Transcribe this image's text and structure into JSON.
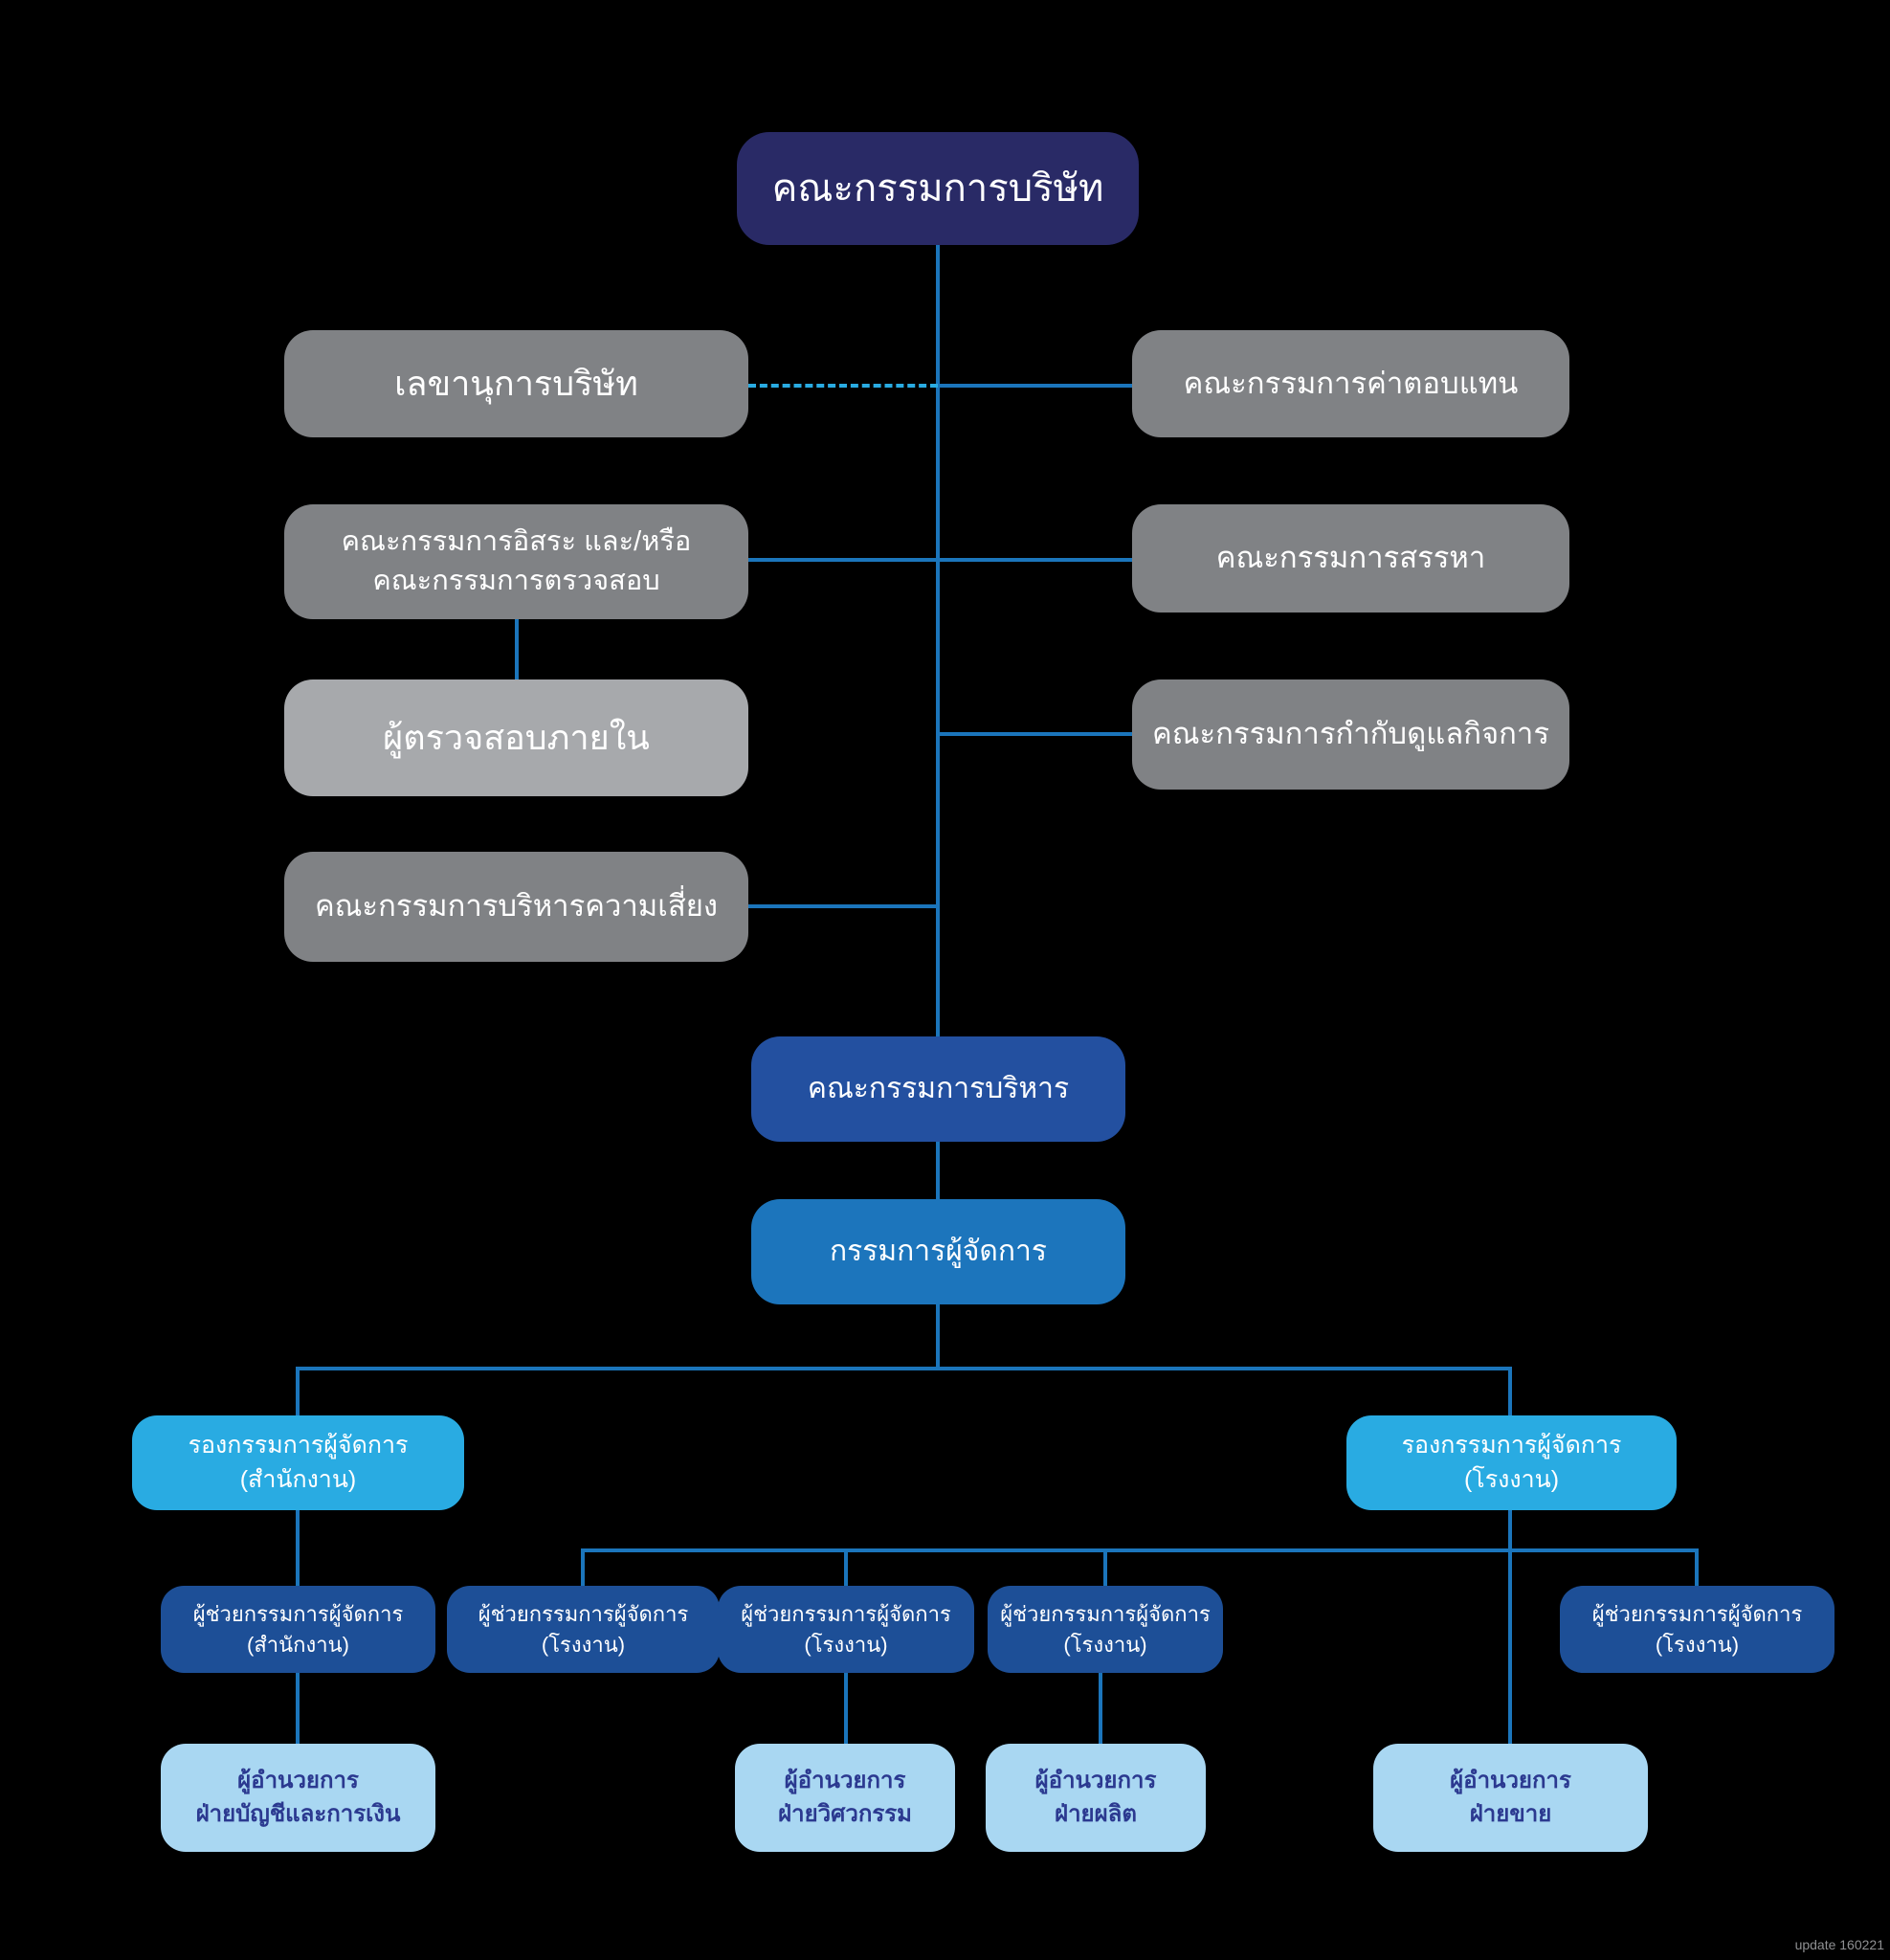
{
  "page": {
    "title": "Organization Chart",
    "background_color": "#000000",
    "footnote": "update 160221"
  },
  "colors": {
    "board_navy": "#292a66",
    "committee_gray": "#808285",
    "internal_audit_gray": "#a7a9ac",
    "executive_blue": "#2350a0",
    "managing_director_blue": "#1c75bc",
    "deputy_cyan": "#29abe2",
    "assistant_dark_blue": "#1d4f97",
    "director_light_blue": "#a9d7f2",
    "director_text_navy": "#2b3990",
    "connector_solid": "#1b75bb",
    "connector_dashed": "#29abe2"
  },
  "org": {
    "board": {
      "label": "คณะกรรมการบริษัท"
    },
    "secretary": {
      "label": "เลขานุการบริษัท"
    },
    "compensation": {
      "label": "คณะกรรมการค่าตอบแทน"
    },
    "independent_audit": {
      "line1": "คณะกรรมการอิสระ และ/หรือ",
      "line2": "คณะกรรมการตรวจสอบ"
    },
    "nomination": {
      "label": "คณะกรรมการสรรหา"
    },
    "internal_audit": {
      "label": "ผู้ตรวจสอบภายใน"
    },
    "governance": {
      "label": "คณะกรรมการกำกับดูแลกิจการ"
    },
    "risk": {
      "label": "คณะกรรมการบริหารความเสี่ยง"
    },
    "executive": {
      "label": "คณะกรรมการบริหาร"
    },
    "managing_director": {
      "label": "กรรมการผู้จัดการ"
    },
    "deputy_office": {
      "line1": "รองกรรมการผู้จัดการ",
      "line2": "(สำนักงาน)"
    },
    "deputy_factory": {
      "line1": "รองกรรมการผู้จัดการ",
      "line2": "(โรงงาน)"
    },
    "assistants": [
      {
        "line1": "ผู้ช่วยกรรมการผู้จัดการ",
        "line2": "(สำนักงาน)"
      },
      {
        "line1": "ผู้ช่วยกรรมการผู้จัดการ",
        "line2": "(โรงงาน)"
      },
      {
        "line1": "ผู้ช่วยกรรมการผู้จัดการ",
        "line2": "(โรงงาน)"
      },
      {
        "line1": "ผู้ช่วยกรรมการผู้จัดการ",
        "line2": "(โรงงาน)"
      },
      {
        "line1": "ผู้ช่วยกรรมการผู้จัดการ",
        "line2": "(โรงงาน)"
      }
    ],
    "directors": [
      {
        "line1": "ผู้อำนวยการ",
        "line2": "ฝ่ายบัญชีและการเงิน"
      },
      {
        "line1": "ผู้อำนวยการ",
        "line2": "ฝ่ายวิศวกรรม"
      },
      {
        "line1": "ผู้อำนวยการ",
        "line2": "ฝ่ายผลิต"
      },
      {
        "line1": "ผู้อำนวยการ",
        "line2": "ฝ่ายขาย"
      }
    ]
  }
}
